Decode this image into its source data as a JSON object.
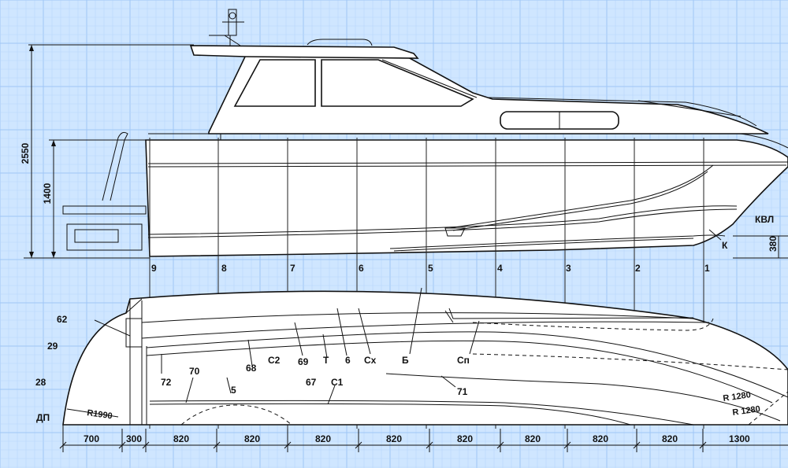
{
  "profile_dimensions": {
    "total_height": "2550",
    "hull_height": "1400",
    "waterline_height": "380"
  },
  "profile_labels": {
    "waterline": "КВЛ",
    "keel": "К"
  },
  "frame_numbers": [
    "9",
    "8",
    "7",
    "6",
    "5",
    "4",
    "3",
    "2",
    "1"
  ],
  "plan_labels": {
    "item_62": "62",
    "item_29": "29",
    "item_28": "28",
    "centerline": "ДП",
    "radius_stern": "R1990",
    "item_72": "72",
    "item_70": "70",
    "item_5": "5",
    "item_68": "68",
    "item_c2": "С2",
    "item_69": "69",
    "item_t": "Т",
    "item_6": "6",
    "item_cx": "Сх",
    "item_b": "Б",
    "item_cp": "Сп",
    "item_67": "67",
    "item_c1": "С1",
    "item_71": "71",
    "radius_bow_1": "R 1280",
    "radius_bow_2": "R 1280"
  },
  "bottom_dimensions": [
    "700",
    "300",
    "820",
    "820",
    "820",
    "820",
    "820",
    "820",
    "820",
    "820",
    "1300"
  ]
}
